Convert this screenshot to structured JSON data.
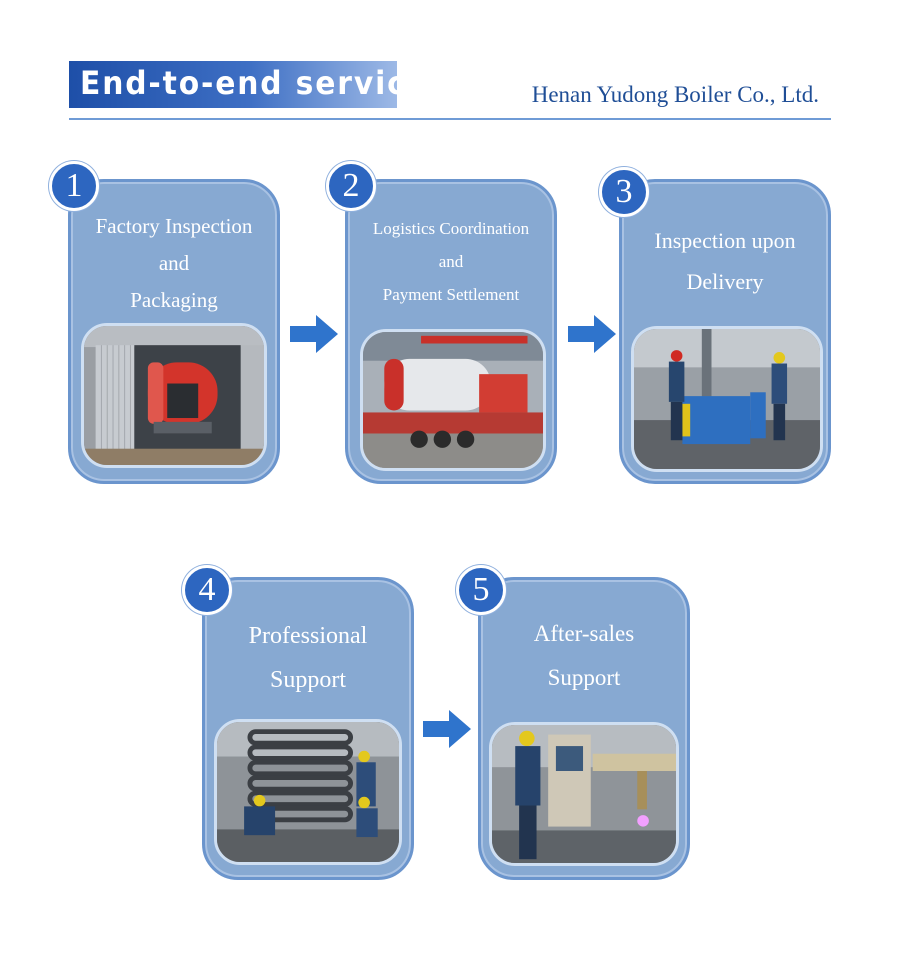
{
  "header": {
    "banner_title": "End-to-end service",
    "company": "Henan Yudong Boiler Co., Ltd."
  },
  "colors": {
    "banner_dark": "#1e4fa8",
    "card_fill": "#87a9d2",
    "badge": "#2d66c0",
    "arrow": "#2f74cc"
  },
  "steps": [
    {
      "number": "1",
      "title_lines": [
        "Factory Inspection",
        "and",
        "Packaging"
      ],
      "photo": "boiler-in-shipping-container-photo"
    },
    {
      "number": "2",
      "title_lines": [
        "Logistics Coordination",
        "and",
        "Payment Settlement"
      ],
      "photo": "boilers-on-truck-photo"
    },
    {
      "number": "3",
      "title_lines": [
        "Inspection upon",
        "Delivery"
      ],
      "photo": "workers-at-pipe-bender-photo"
    },
    {
      "number": "4",
      "title_lines": [
        "Professional",
        "Support"
      ],
      "photo": "workers-welding-coil-photo"
    },
    {
      "number": "5",
      "title_lines": [
        "After-sales",
        "Support"
      ],
      "photo": "worker-at-cnc-cutter-photo"
    }
  ],
  "icons": [
    "right-arrow-icon"
  ]
}
